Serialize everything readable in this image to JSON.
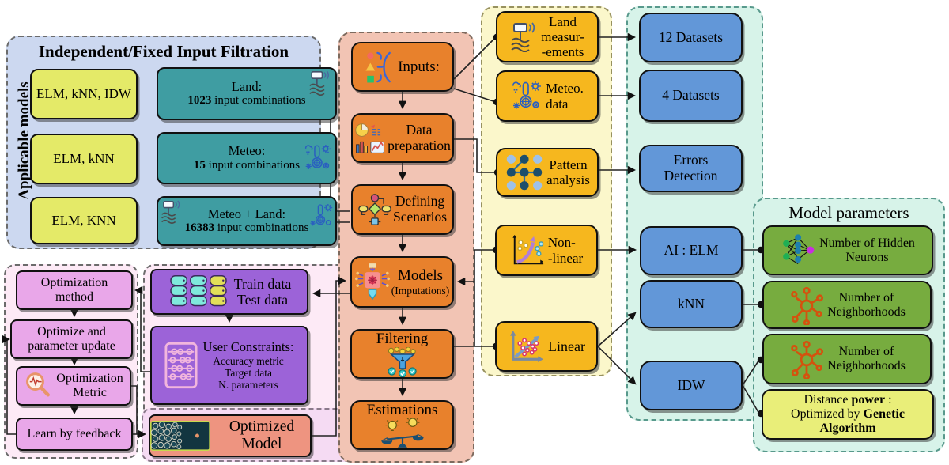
{
  "filtration": {
    "title": "Independent/Fixed Input Filtration",
    "side_label": "Applicable models",
    "models": [
      "ELM, kNN, IDW",
      "ELM, kNN",
      "ELM, KNN"
    ],
    "inputs": [
      {
        "name": "Land:",
        "count": "1023",
        "suffix": " input combinations"
      },
      {
        "name": "Meteo:",
        "count": "15",
        "suffix": " input combinations"
      },
      {
        "name": "Meteo + Land:",
        "count": "16383",
        "suffix": " input combinations"
      }
    ]
  },
  "pipeline": {
    "inputs": "Inputs:",
    "data_preparation": [
      "Data",
      "preparation"
    ],
    "defining_scenarios": [
      "Defining",
      "Scenarios"
    ],
    "models": "Models",
    "models_sub": "(Imputations)",
    "filtering": "Filtering",
    "estimations": "Estimations"
  },
  "categories": {
    "land": [
      "Land",
      "measur-",
      "-ements"
    ],
    "meteo": [
      "Meteo.",
      "data"
    ],
    "pattern": [
      "Pattern",
      "analysis"
    ],
    "nonlinear": [
      "Non-",
      "-linear"
    ],
    "linear": "Linear"
  },
  "results": {
    "d12": "12 Datasets",
    "d4": "4 Datasets",
    "errors": [
      "Errors",
      "Detection"
    ],
    "ai_elm": "AI : ELM",
    "knn": "kNN",
    "idw": "IDW"
  },
  "parameters": {
    "title": "Model parameters",
    "hidden": [
      "Number of Hidden",
      "Neurons"
    ],
    "neigh1": [
      "Number of",
      "Neighborhoods"
    ],
    "neigh2": [
      "Number of",
      "Neighborhoods"
    ],
    "distance": {
      "d1": "Distance",
      "d2": "power",
      "d3": ":",
      "d4": "Optimized by",
      "d5": "Genetic",
      "d6": "Algorithm"
    }
  },
  "optimization": {
    "method": [
      "Optimization",
      "method"
    ],
    "update": [
      "Optimize and",
      "parameter update"
    ],
    "metric": [
      "Optimization",
      "Metric"
    ],
    "feedback": "Learn by feedback",
    "train": [
      "Train data",
      "Test data"
    ],
    "constraints_title": "User Constraints:",
    "constraints": [
      "Accuracy metric",
      "Target data",
      "N. parameters"
    ],
    "optimized_model": "Optimized Model"
  },
  "colors": {
    "panel_blue": "#ccd8f0",
    "panel_pink": "#fdeaf6",
    "panel_salmon": "#f2c4b4",
    "panel_yellow": "#fbf7cb",
    "panel_mint": "#d7f3e9",
    "panel_lavender": "#f5dbf3",
    "box_orange": "#e8812c",
    "box_amber": "#f6b71e",
    "box_blue": "#6297d8",
    "box_green": "#77ac3f",
    "box_teal": "#3f9da2",
    "box_yellowgreen": "#e4ea68",
    "box_pink": "#e9a7e9",
    "box_purple": "#9c63d8",
    "box_salmon": "#ee9480"
  }
}
